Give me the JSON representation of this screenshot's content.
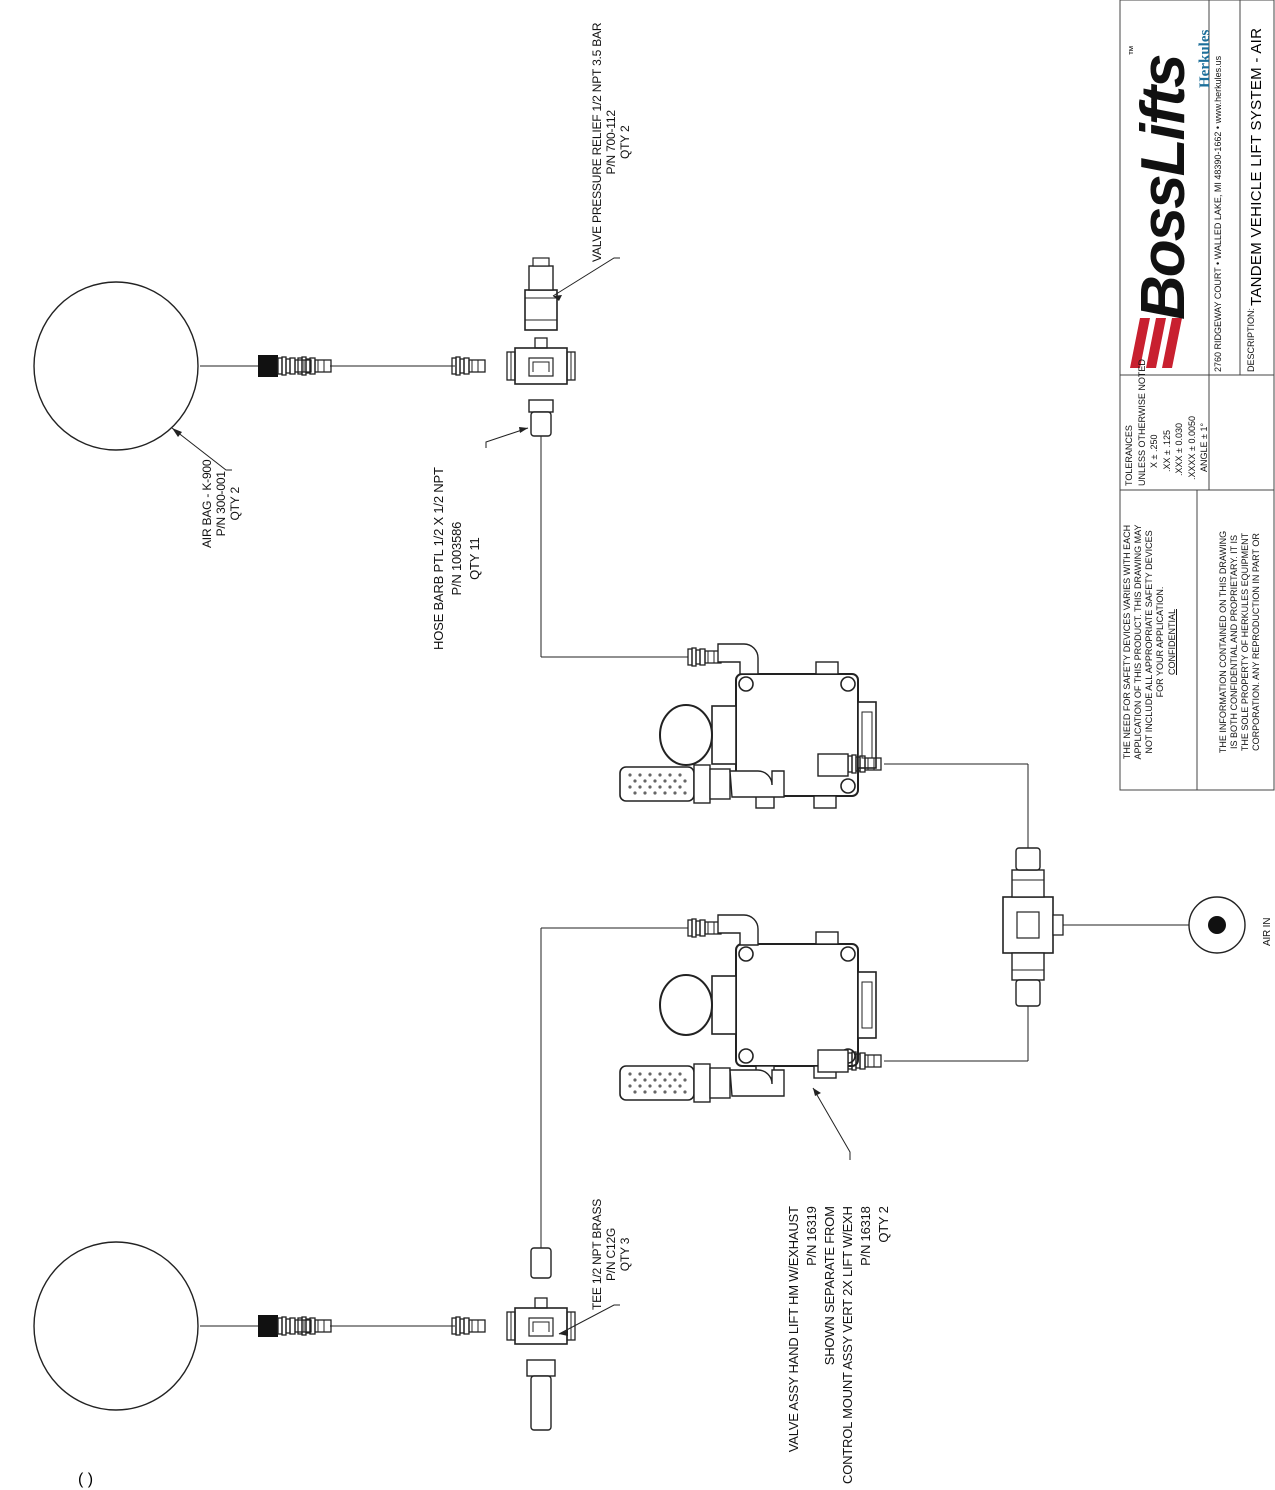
{
  "labels": {
    "air_bag": [
      "AIR BAG - K-900",
      "P/N 300-001",
      "QTY 2"
    ],
    "relief_valve": [
      "VALVE PRESSURE RELIEF 1/2 NPT 3.5 BAR",
      "P/N 700-112",
      "QTY 2"
    ],
    "hose_barb": [
      "HOSE BARB PTL 1/2 X 1/2 NPT",
      "P/N 1003586",
      "QTY 11"
    ],
    "tee": [
      "TEE 1/2 NPT BRASS",
      "P/N C12G",
      "QTY 3"
    ],
    "valve_assy": [
      "VALVE ASSY HAND LIFT HM W/EXHAUST",
      "P/N 16319",
      "SHOWN SEPARATE FROM",
      "CONTROL MOUNT ASSY VERT 2X LIFT W/EXH",
      "P/N 16318",
      "QTY 2"
    ],
    "air_in": "AIR IN",
    "corner_mark": "( )"
  },
  "title_block": {
    "safety_notice": [
      "THE NEED FOR SAFETY DEVICES VARIES WITH EACH",
      "APPLICATION OF THIS PRODUCT. THIS DRAWING MAY",
      "NOT INCLUDE ALL APPROPRIATE SAFETY DEVICES",
      "FOR YOUR APPLICATION."
    ],
    "confidential_heading": "CONFIDENTIAL",
    "confidential_text": [
      "THE INFORMATION CONTAINED ON THIS DRAWING",
      "IS BOTH CONFIDENTIAL AND PROPRIETARY. IT IS",
      "THE SOLE PROPERTY OF HERKULES EQUIPMENT",
      "CORPORATION. ANY REPRODUCTION IN PART OR"
    ],
    "tolerances": [
      "TOLERANCES",
      "UNLESS OTHERWISE NOTED",
      "X ± .250",
      ".XX ± .125",
      ".XXX ± 0.030",
      ".XXXX ± 0.0050",
      "ANGLE ± 1°"
    ],
    "logo": "BossLifts",
    "trademark": "™",
    "brand": "Herkules",
    "address": "2760 RIDGEWAY COURT   •   WALLED LAKE, MI 48390-1662   •   www.herkules.us",
    "description_label": "DESCRIPTION:",
    "description": "TANDEM VEHICLE LIFT SYSTEM - AIR"
  },
  "colors": {
    "line": "#222222",
    "logo_red": "#c8202f",
    "brand_blue": "#1d6f9a",
    "muffler_dot": "#666666"
  }
}
